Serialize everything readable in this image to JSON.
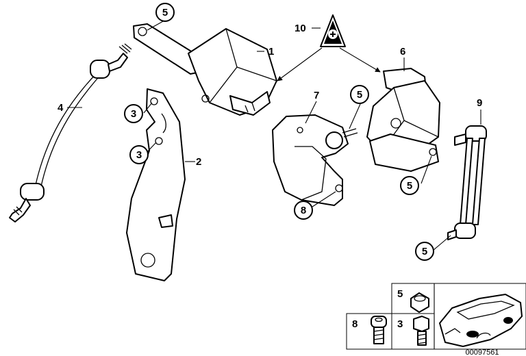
{
  "callouts": {
    "c1": "1",
    "c2": "2",
    "c3a": "3",
    "c3b": "3",
    "c4": "4",
    "c5a": "5",
    "c5b": "5",
    "c5c": "5",
    "c5d": "5",
    "c6": "6",
    "c7": "7",
    "c8": "8",
    "c9": "9",
    "c10": "10"
  },
  "legend": {
    "nut": "5",
    "screw": "3",
    "bolt": "8"
  },
  "diagram_number": "00097561"
}
